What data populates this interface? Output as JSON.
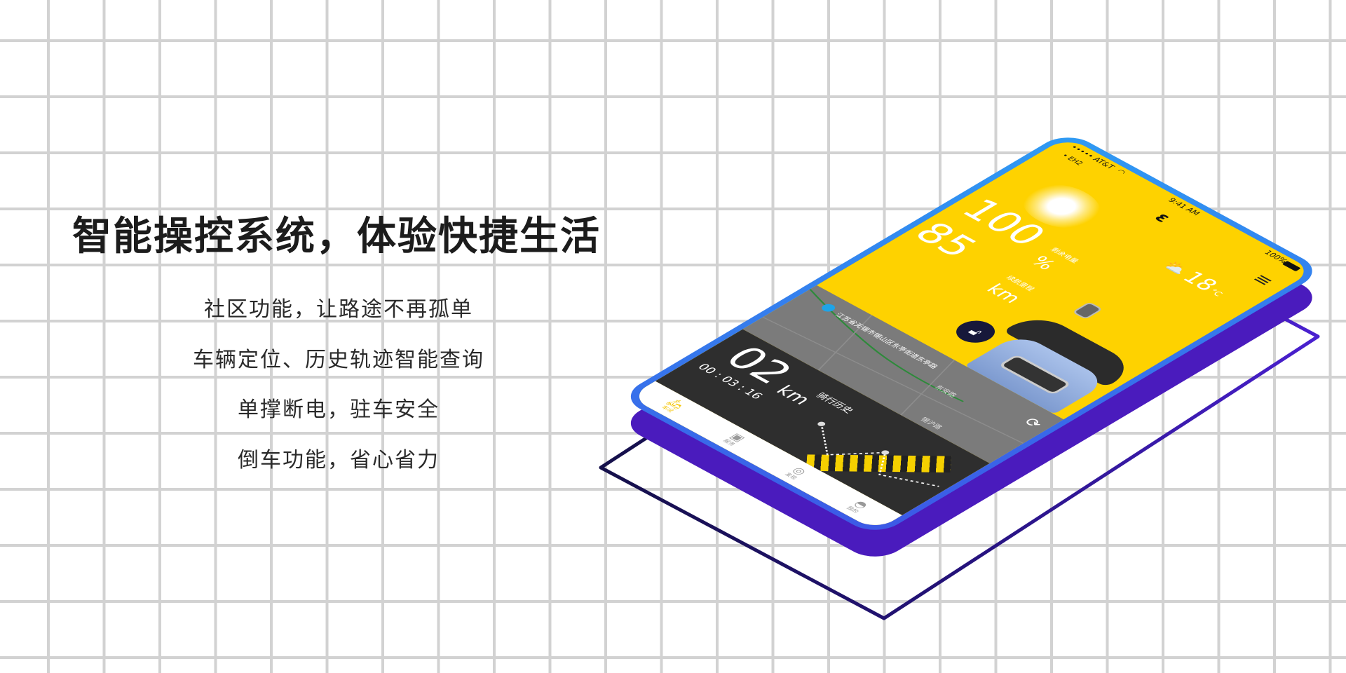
{
  "headline": "智能操控系统，体验快捷生活",
  "features": [
    "社区功能，让路途不再孤单",
    "车辆定位、历史轨迹智能查询",
    "单撑断电，驻车安全",
    "倒车功能，省心省力"
  ],
  "phone": {
    "status": {
      "carrier": "••••• AT&T",
      "time": "9:41 AM",
      "battery": "100%",
      "sub": "• EH2"
    },
    "battery_percent": {
      "value": "100",
      "unit": "%",
      "label": "剩余电量"
    },
    "range": {
      "value": "85",
      "unit": "km",
      "label": "续航里程"
    },
    "weather": {
      "temp": "18",
      "unit": "°C"
    },
    "map": {
      "address": "江苏省无锡市锡山区东亭街道东亭路",
      "streets": [
        "东安路",
        "锡沪路"
      ]
    },
    "ride": {
      "distance": "02",
      "unit": "km",
      "label": "骑行历史",
      "duration": "00 : 03 : 16"
    },
    "tabs": [
      {
        "label": "车况",
        "icon": "scooter-icon"
      },
      {
        "label": "服务",
        "icon": "repair-icon"
      },
      {
        "label": "发现",
        "icon": "compass-icon"
      },
      {
        "label": "我的",
        "icon": "helmet-icon"
      }
    ]
  },
  "colors": {
    "yellow": "#fed200",
    "frame": "#2f9bf3",
    "side": "#4a1bbd",
    "dark": "#2e2e2e"
  }
}
